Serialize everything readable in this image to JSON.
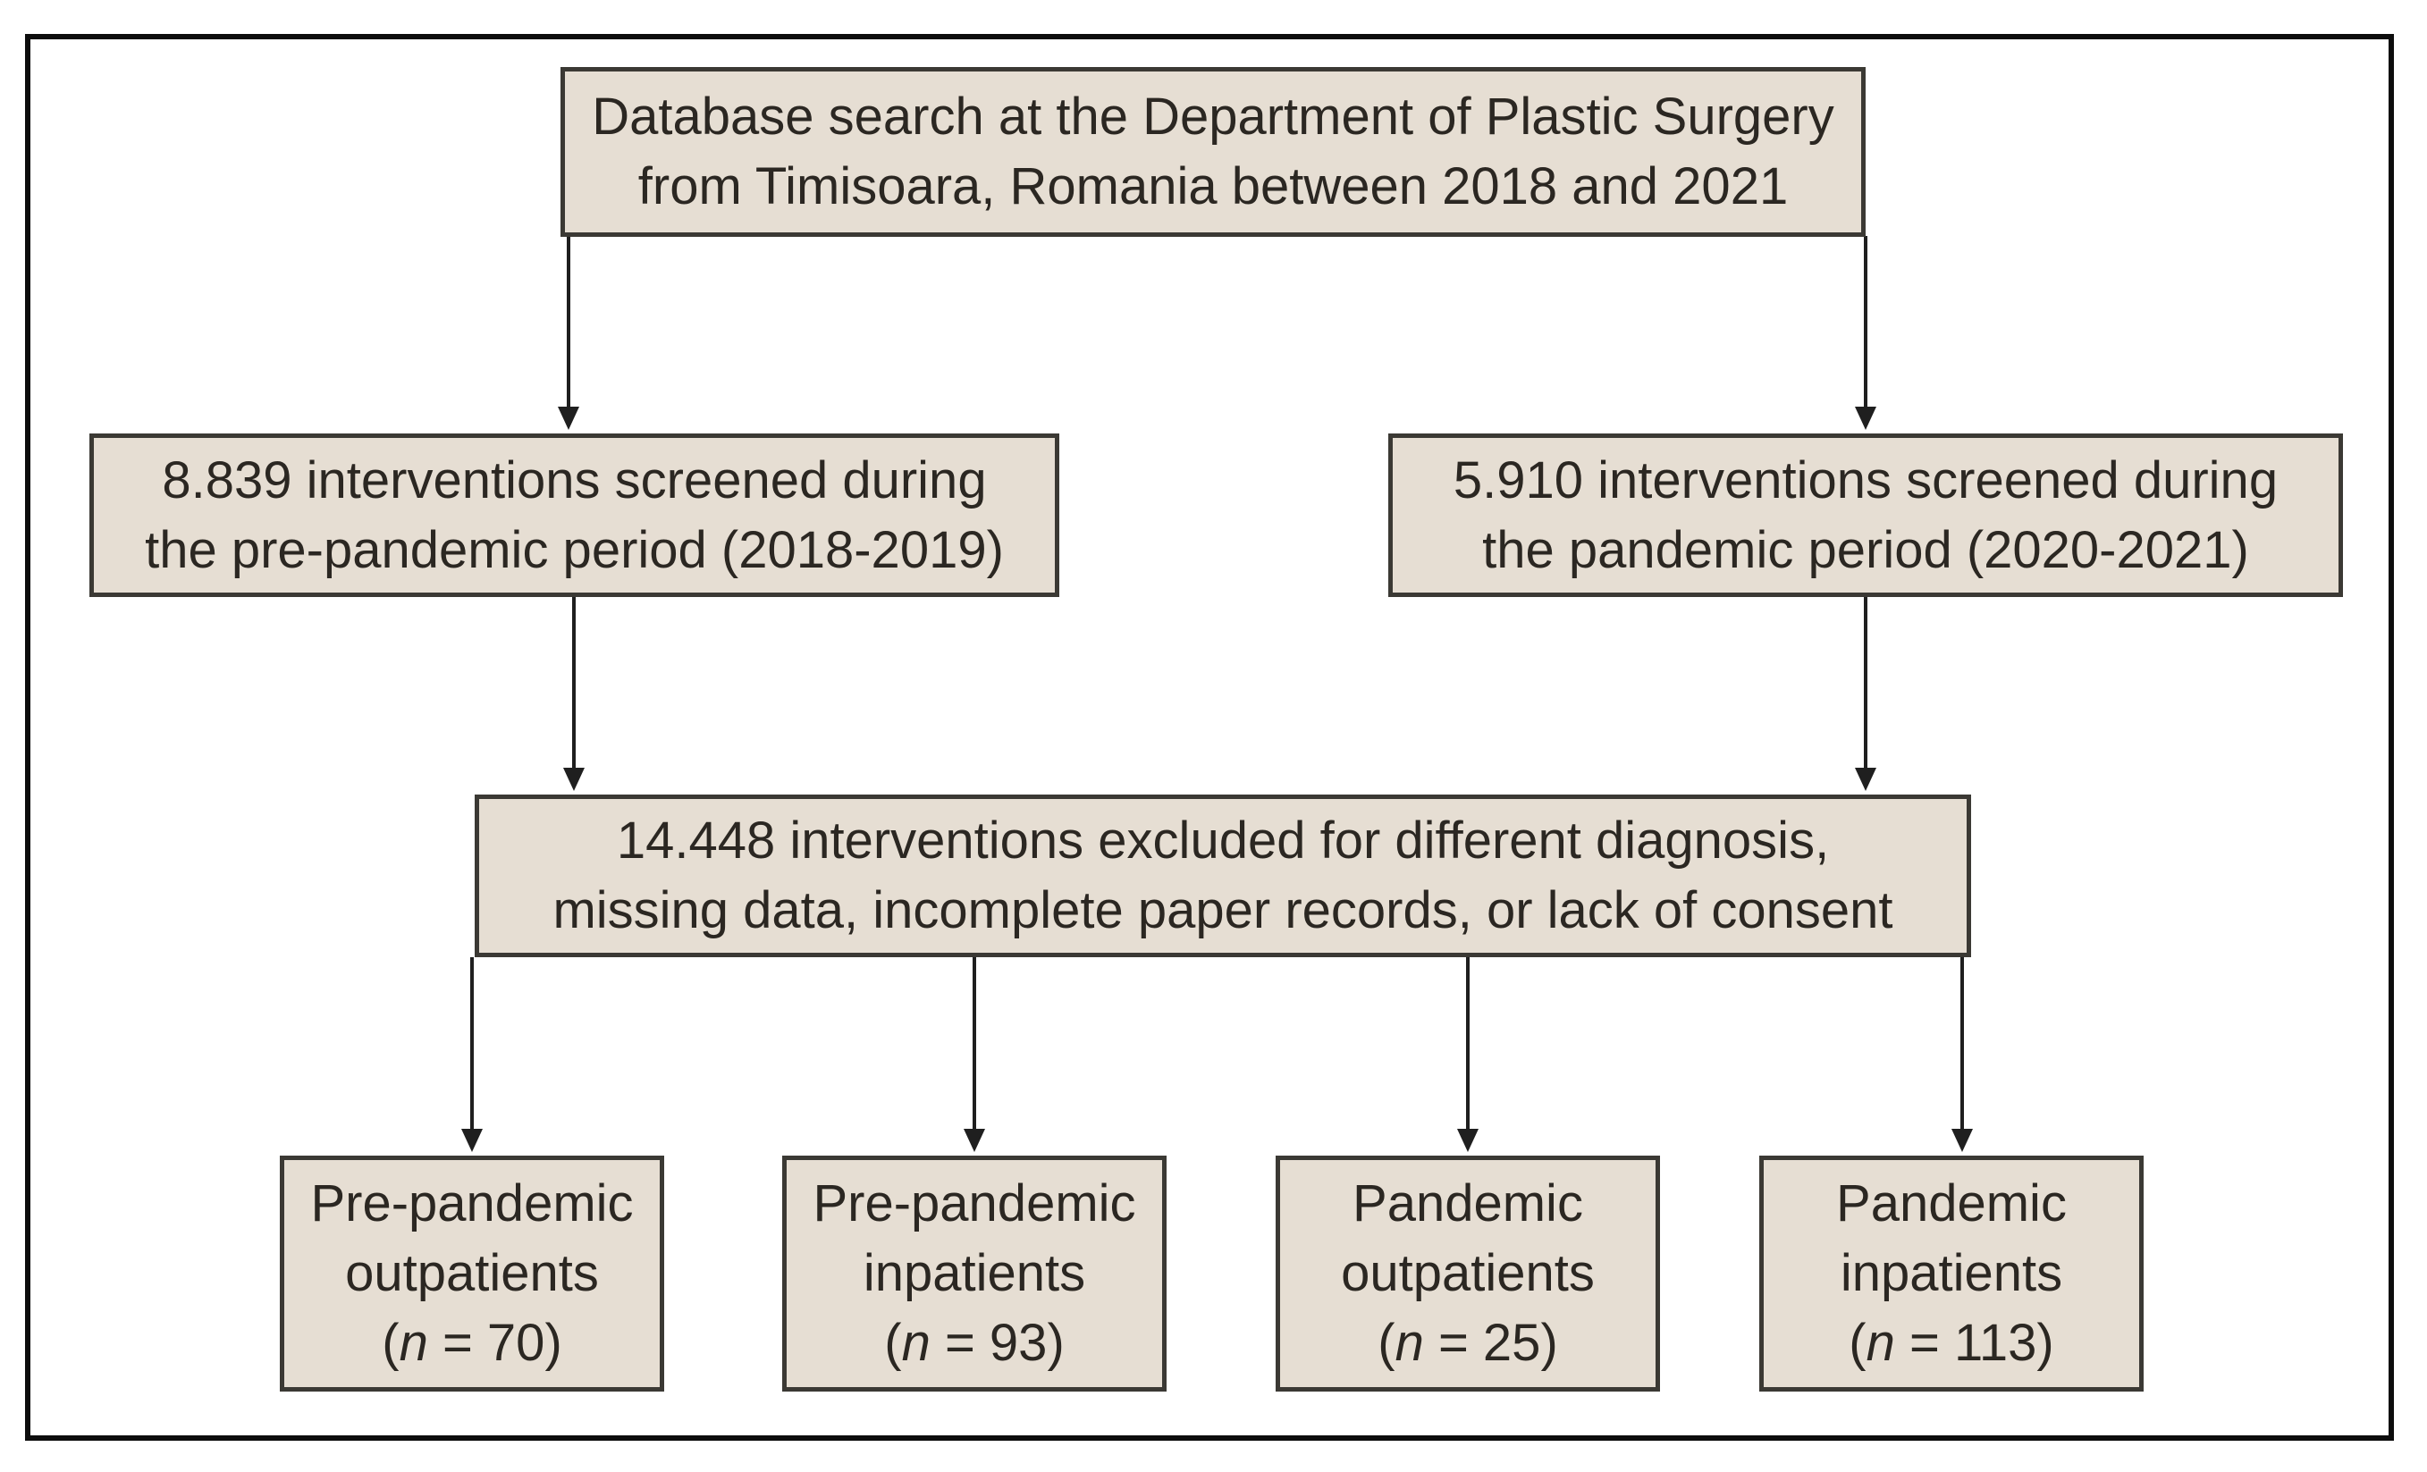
{
  "colors": {
    "page_bg": "#ffffff",
    "frame_border": "#0d0d0d",
    "box_fill": "#e6ded3",
    "box_border": "#3b3934",
    "line_color": "#1f1f1f",
    "text_color": "#2b2722"
  },
  "flowchart": {
    "top_box": {
      "line1": "Database search at the Department of Plastic Surgery",
      "line2": "from Timisoara, Romania between 2018 and 2021"
    },
    "screened_boxes": [
      {
        "line1": "8.839 interventions screened during",
        "line2": "the pre-pandemic period (2018-2019)"
      },
      {
        "line1": "5.910 interventions screened during",
        "line2": "the pandemic period (2020-2021)"
      }
    ],
    "excluded_box": {
      "line1": "14.448 interventions excluded for different diagnosis,",
      "line2": "missing data, incomplete paper records, or lack of consent"
    },
    "outcome_boxes": [
      {
        "line1": "Pre-pandemic",
        "line2": "outpatients",
        "n_open": "(",
        "n_symbol": "n",
        "n_rest": " = 70)"
      },
      {
        "line1": "Pre-pandemic",
        "line2": "inpatients",
        "n_open": "(",
        "n_symbol": "n",
        "n_rest": " = 93)"
      },
      {
        "line1": "Pandemic",
        "line2": "outpatients",
        "n_open": "(",
        "n_symbol": "n",
        "n_rest": " = 25)"
      },
      {
        "line1": "Pandemic",
        "line2": "inpatients",
        "n_open": "(",
        "n_symbol": "n",
        "n_rest": " = 113)"
      }
    ]
  }
}
